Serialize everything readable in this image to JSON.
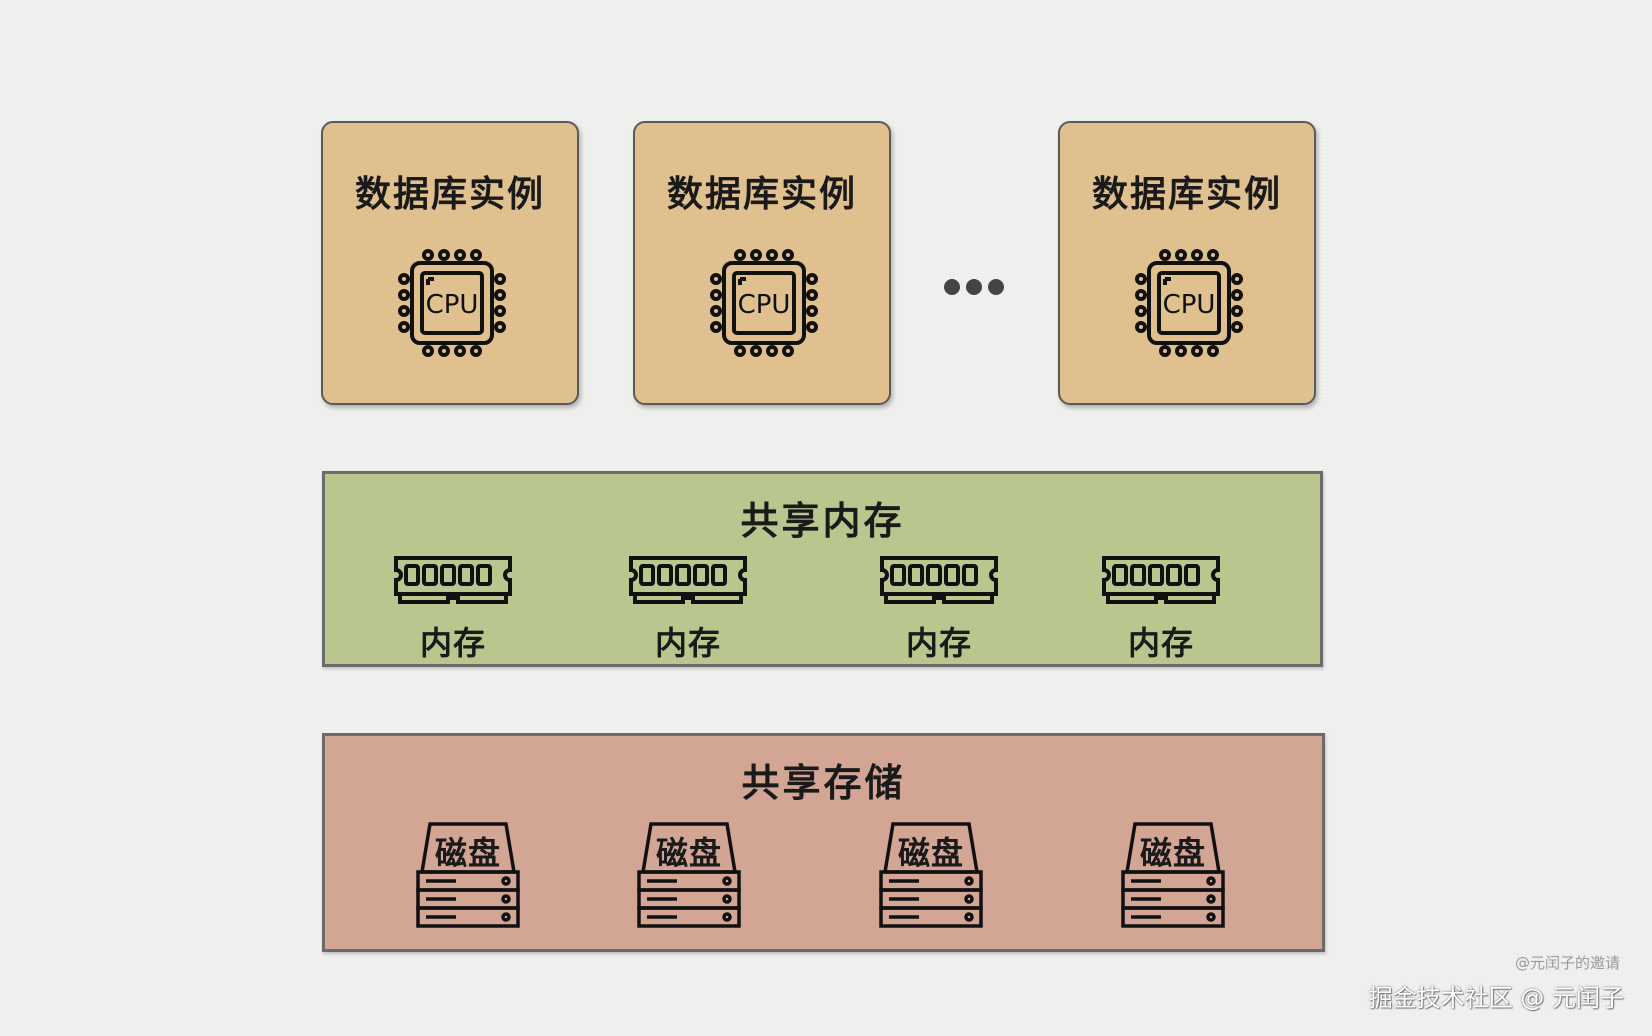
{
  "instances": [
    {
      "title": "数据库实例",
      "chip_label": "CPU"
    },
    {
      "title": "数据库实例",
      "chip_label": "CPU"
    },
    {
      "title": "数据库实例",
      "chip_label": "CPU"
    }
  ],
  "memory": {
    "title": "共享内存",
    "items": [
      {
        "label": "内存"
      },
      {
        "label": "内存"
      },
      {
        "label": "内存"
      },
      {
        "label": "内存"
      }
    ]
  },
  "storage": {
    "title": "共享存储",
    "items": [
      {
        "label": "磁盘"
      },
      {
        "label": "磁盘"
      },
      {
        "label": "磁盘"
      },
      {
        "label": "磁盘"
      }
    ]
  },
  "watermark": {
    "small": "@元闰子的邀请",
    "main": "掘金技术社区 @ 元闰子"
  },
  "colors": {
    "instance_fill": "#e1c08f",
    "memory_fill": "#b9c78e",
    "storage_fill": "#d3a595",
    "background": "#f0f0ee"
  }
}
